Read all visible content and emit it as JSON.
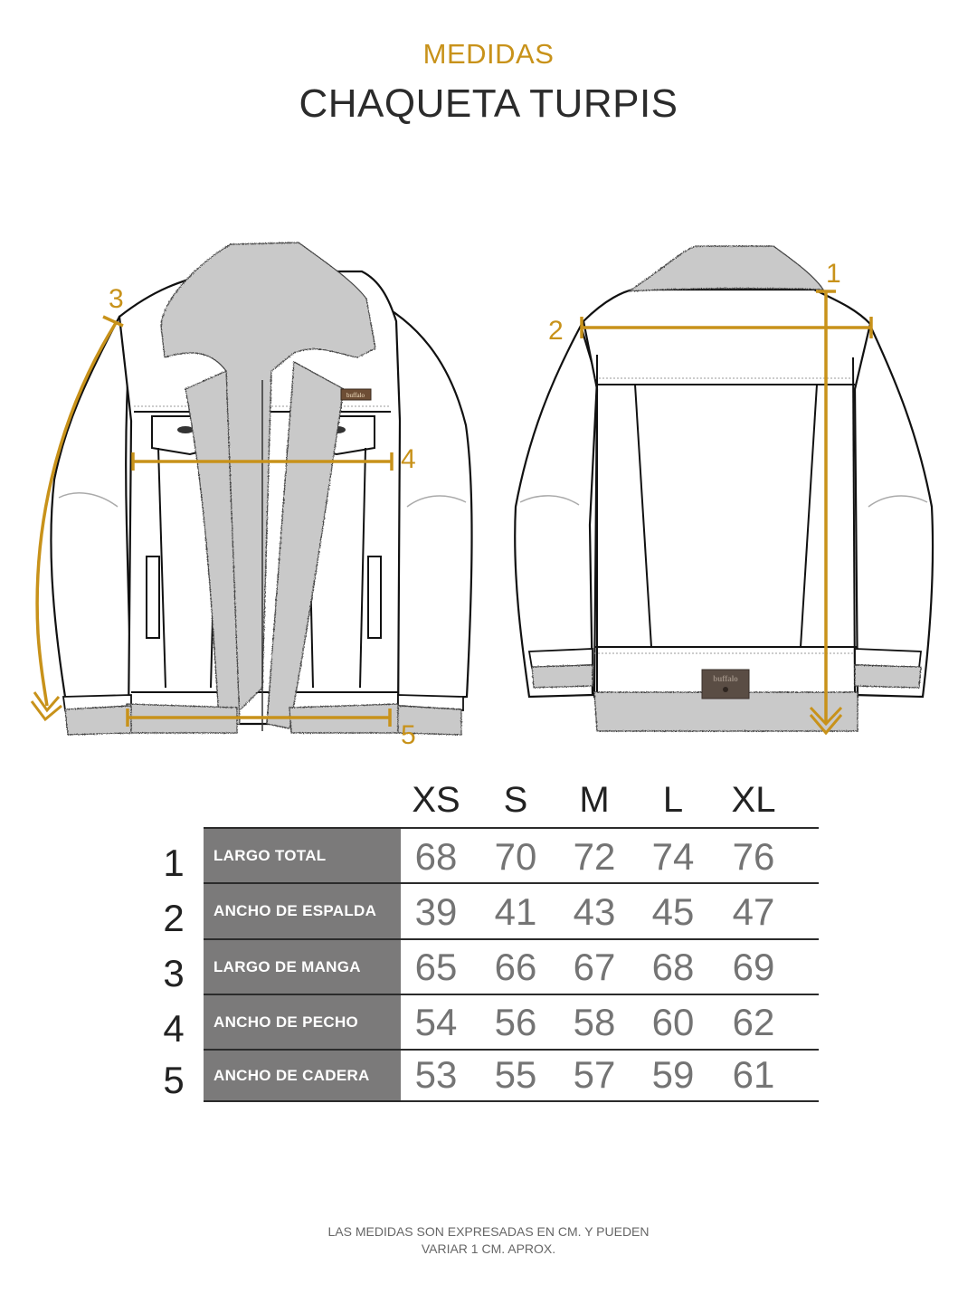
{
  "header": {
    "subtitle": "MEDIDAS",
    "title": "CHAQUETA TURPIS"
  },
  "colors": {
    "accent": "#c8921a",
    "title": "#2b2b2b",
    "label_bg": "#7b7a7a",
    "value_text": "#747474",
    "fur": "#c9c9c9",
    "patch": "#5a4d44"
  },
  "illustration": {
    "front": {
      "patch_text": "buffalo",
      "markers": [
        {
          "id": "3",
          "label": "3",
          "type": "sleeve-length-arrow"
        },
        {
          "id": "4",
          "label": "4",
          "type": "chest-width-line"
        },
        {
          "id": "5",
          "label": "5",
          "type": "hip-width-line"
        }
      ]
    },
    "back": {
      "patch_text": "buffalo",
      "markers": [
        {
          "id": "1",
          "label": "1",
          "type": "total-length-arrow"
        },
        {
          "id": "2",
          "label": "2",
          "type": "back-width-line"
        }
      ]
    }
  },
  "table": {
    "sizes": [
      "XS",
      "S",
      "M",
      "L",
      "XL"
    ],
    "rows": [
      {
        "num": "1",
        "label": "LARGO TOTAL",
        "values": [
          "68",
          "70",
          "72",
          "74",
          "76"
        ]
      },
      {
        "num": "2",
        "label": "ANCHO DE ESPALDA",
        "values": [
          "39",
          "41",
          "43",
          "45",
          "47"
        ]
      },
      {
        "num": "3",
        "label": "LARGO DE MANGA",
        "values": [
          "65",
          "66",
          "67",
          "68",
          "69"
        ]
      },
      {
        "num": "4",
        "label": "ANCHO DE PECHO",
        "values": [
          "54",
          "56",
          "58",
          "60",
          "62"
        ]
      },
      {
        "num": "5",
        "label": "ANCHO DE CADERA",
        "values": [
          "53",
          "55",
          "57",
          "59",
          "61"
        ]
      }
    ]
  },
  "footnote": {
    "line1": "LAS MEDIDAS SON EXPRESADAS EN CM. Y PUEDEN",
    "line2": "VARIAR 1 CM. APROX."
  }
}
